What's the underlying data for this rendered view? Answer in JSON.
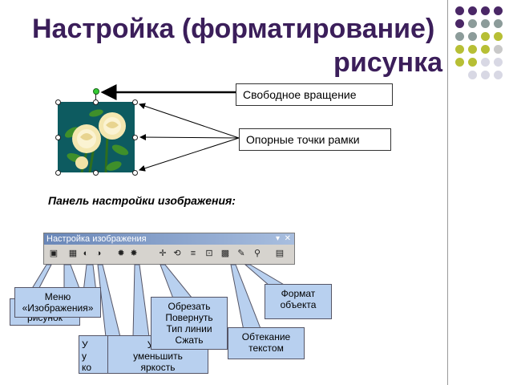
{
  "title": {
    "line1": "Настройка (форматирование)",
    "line2": "рисунка"
  },
  "callouts": {
    "rotation": "Свободное вращение",
    "anchor_points": "Опорные точки рамки"
  },
  "panel_label": "Панель настройки изображения:",
  "toolbar": {
    "title": "Настройка изображения",
    "dropdown_glyph": "▾",
    "close_glyph": "✕",
    "buttons": [
      "▣",
      "▦",
      "◐",
      "◑",
      "✹",
      "✸",
      "✛",
      "⟲",
      "≡",
      "⊡",
      "▩",
      "✎",
      "⚲",
      "▤"
    ]
  },
  "boxes": {
    "insert": [
      "рисунок"
    ],
    "menu": [
      "Меню",
      "«Изображения»"
    ],
    "contrast": [
      "У",
      "у",
      "ко"
    ],
    "brightness": [
      "Увел",
      "уменьшить",
      "яркость"
    ],
    "crop": [
      "Обрезать",
      "Повернуть",
      "Тип линии",
      "Сжать"
    ],
    "wrap": [
      "Обтекание",
      "текстом"
    ],
    "format": [
      "Формат",
      "объекта"
    ]
  }
}
